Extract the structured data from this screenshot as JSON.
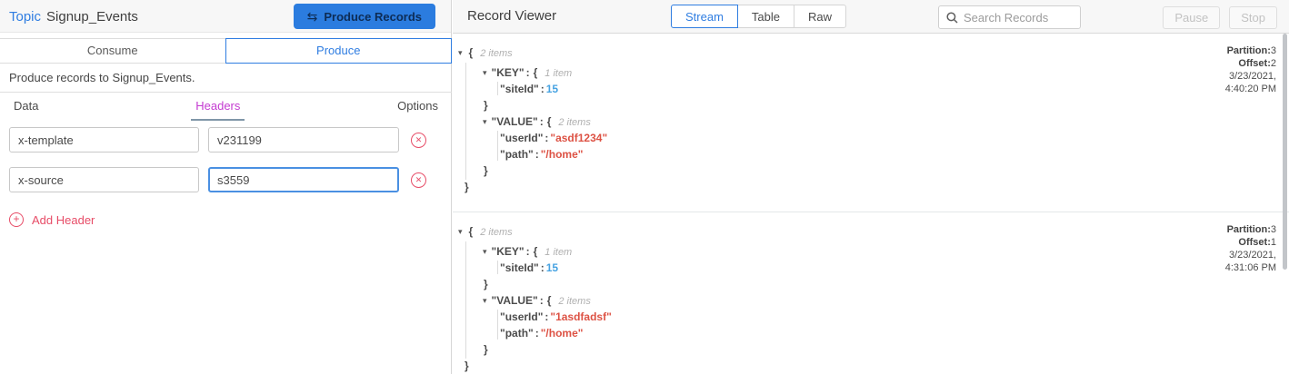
{
  "colors": {
    "accent_blue": "#2f7de1",
    "button_blue": "#2b7cdf",
    "headers_magenta": "#c43bd1",
    "action_pink": "#e74c67",
    "json_string_red": "#dd5244",
    "json_number_blue": "#47a3e2"
  },
  "icons": {
    "produce_swap": "⇆",
    "add_circle": "+",
    "remove_circle": "✕",
    "caret_down": "▾",
    "search": "magnifier"
  },
  "json_punct": {
    "colon": ":",
    "open": "{",
    "close": "}"
  },
  "left_panel": {
    "topic_label": "Topic",
    "topic_name": "Signup_Events",
    "produce_records_button": "Produce Records",
    "tabs": {
      "consume": "Consume",
      "produce": "Produce"
    },
    "description": "Produce records to Signup_Events.",
    "subtabs": {
      "data": "Data",
      "headers": "Headers",
      "options": "Options"
    },
    "header_rows": [
      {
        "key": "x-template",
        "value": "v231199"
      },
      {
        "key": "x-source",
        "value": "s3559"
      }
    ],
    "add_header_label": "Add Header"
  },
  "right_panel": {
    "title": "Record Viewer",
    "view_tabs": {
      "stream": "Stream",
      "table": "Table",
      "raw": "Raw"
    },
    "search_placeholder": "Search Records",
    "pause_label": "Pause",
    "stop_label": "Stop",
    "records": [
      {
        "root_items": "2 items",
        "key_label": "\"KEY\"",
        "key_items": "1 item",
        "key_fields": [
          {
            "name": "\"siteId\"",
            "value": "15"
          }
        ],
        "value_label": "\"VALUE\"",
        "value_items": "2 items",
        "value_fields": [
          {
            "name": "\"userId\"",
            "value": "\"asdf1234\""
          },
          {
            "name": "\"path\"",
            "value": "\"/home\""
          }
        ],
        "partition_label": "Partition:",
        "partition": "3",
        "offset_label": "Offset:",
        "offset": "2",
        "date": "3/23/2021,",
        "time": "4:40:20 PM"
      },
      {
        "root_items": "2 items",
        "key_label": "\"KEY\"",
        "key_items": "1 item",
        "key_fields": [
          {
            "name": "\"siteId\"",
            "value": "15"
          }
        ],
        "value_label": "\"VALUE\"",
        "value_items": "2 items",
        "value_fields": [
          {
            "name": "\"userId\"",
            "value": "\"1asdfadsf\""
          },
          {
            "name": "\"path\"",
            "value": "\"/home\""
          }
        ],
        "partition_label": "Partition:",
        "partition": "3",
        "offset_label": "Offset:",
        "offset": "1",
        "date": "3/23/2021,",
        "time": "4:31:06 PM"
      }
    ]
  }
}
